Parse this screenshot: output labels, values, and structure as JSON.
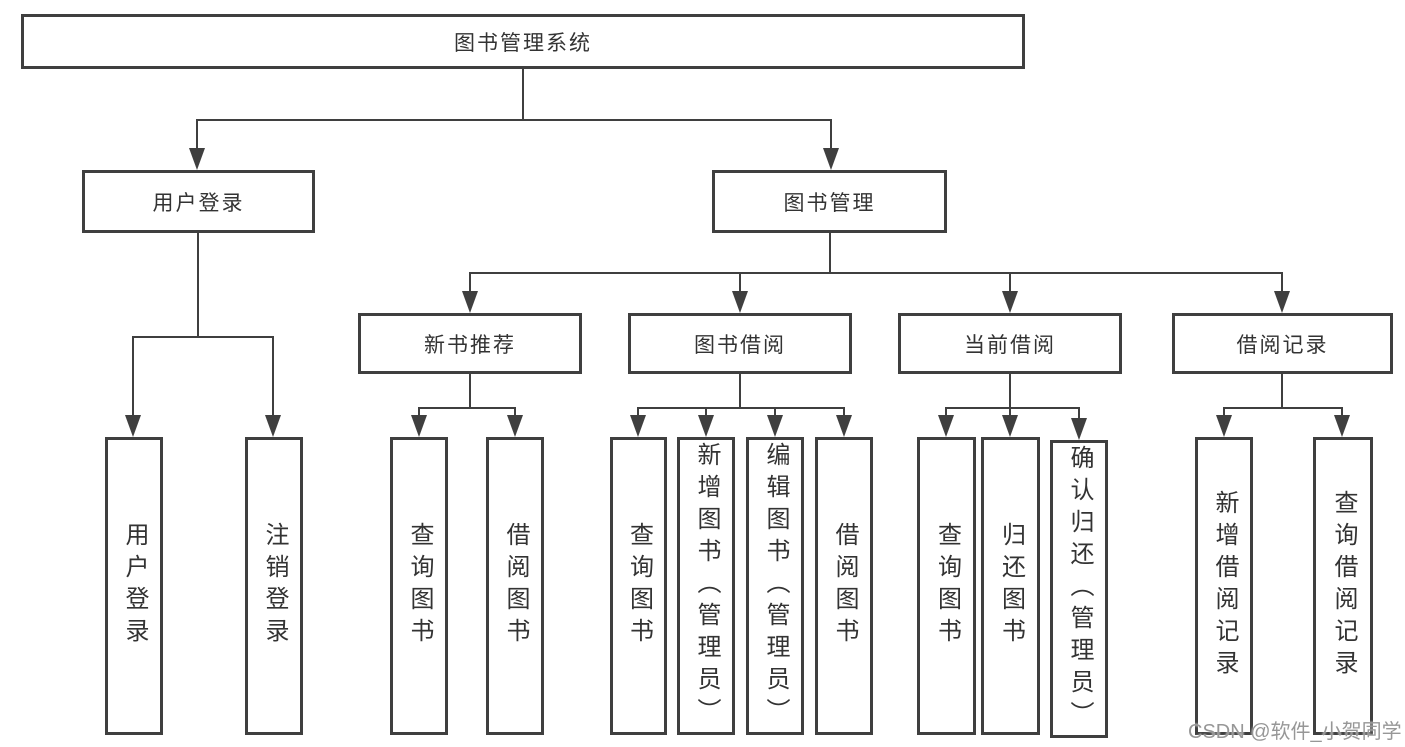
{
  "colors": {
    "line": "#3f3f3f",
    "text": "#333333",
    "watermark": "#979797",
    "background": "#ffffff"
  },
  "watermark": {
    "text": "CSDN @软件_小贺同学"
  },
  "tree": {
    "label": "图书管理系统",
    "children": [
      {
        "label": "用户登录",
        "children": [
          {
            "label": "用户登录"
          },
          {
            "label": "注销登录"
          }
        ]
      },
      {
        "label": "图书管理",
        "children": [
          {
            "label": "新书推荐",
            "children": [
              {
                "label": "查询图书"
              },
              {
                "label": "借阅图书"
              }
            ]
          },
          {
            "label": "图书借阅",
            "children": [
              {
                "label": "查询图书"
              },
              {
                "label": "新增图书（管理员）"
              },
              {
                "label": "编辑图书（管理员）"
              },
              {
                "label": "借阅图书"
              }
            ]
          },
          {
            "label": "当前借阅",
            "children": [
              {
                "label": "查询图书"
              },
              {
                "label": "归还图书"
              },
              {
                "label": "确认归还（管理员）"
              }
            ]
          },
          {
            "label": "借阅记录",
            "children": [
              {
                "label": "新增借阅记录"
              },
              {
                "label": "查询借阅记录"
              }
            ]
          }
        ]
      }
    ]
  }
}
